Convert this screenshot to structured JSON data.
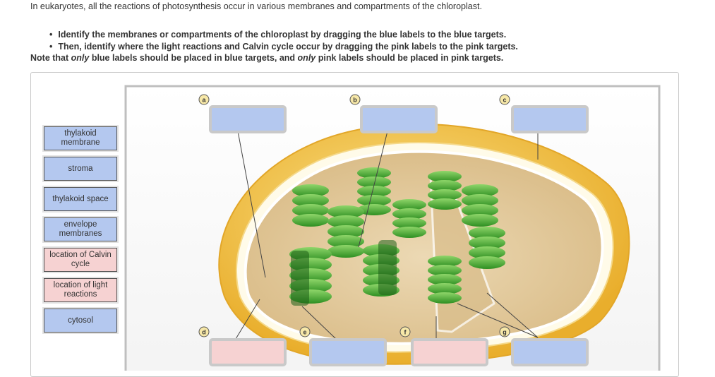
{
  "instructions": {
    "intro": "In eukaryotes, all the reactions of photosynthesis occur in various membranes and compartments of the chloroplast.",
    "bullets": [
      "Identify the membranes or compartments of the chloroplast by dragging the blue labels to the blue targets.",
      "Then, identify where the light reactions and Calvin cycle occur by dragging the pink labels to the pink targets."
    ],
    "note_prefix": "Note that ",
    "note_only1": "only",
    "note_mid": " blue labels should be placed in blue targets, and ",
    "note_only2": "only",
    "note_suffix": " pink labels should be placed in pink targets."
  },
  "labels": [
    {
      "text": "thylakoid membrane",
      "kind": "blue"
    },
    {
      "text": "stroma",
      "kind": "blue"
    },
    {
      "text": "thylakoid space",
      "kind": "blue"
    },
    {
      "text": "envelope membranes",
      "kind": "blue"
    },
    {
      "text": "location of Calvin cycle",
      "kind": "pink"
    },
    {
      "text": "location of light reactions",
      "kind": "pink"
    },
    {
      "text": "cytosol",
      "kind": "blue"
    }
  ],
  "targets": [
    {
      "letter": "a",
      "kind": "blue"
    },
    {
      "letter": "b",
      "kind": "blue"
    },
    {
      "letter": "c",
      "kind": "blue"
    },
    {
      "letter": "d",
      "kind": "pink"
    },
    {
      "letter": "e",
      "kind": "blue"
    },
    {
      "letter": "f",
      "kind": "pink"
    },
    {
      "letter": "g",
      "kind": "blue"
    }
  ],
  "colors": {
    "blue_target": "#b4c8ef",
    "pink_target": "#f6d2d2",
    "envelope": "#f2c84e",
    "stroma": "#e6cfa6",
    "granum": "#3aa82c"
  }
}
